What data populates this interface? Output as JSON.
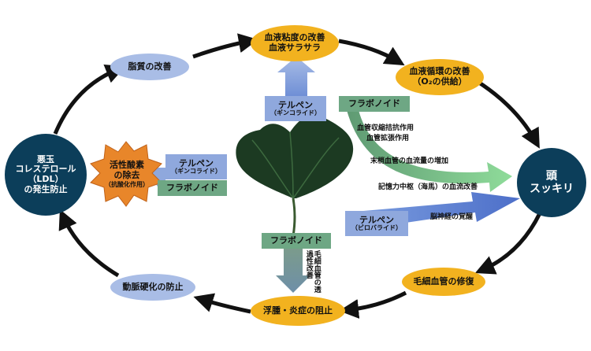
{
  "nodes": {
    "blood_viscosity": "血液粘度の改善\n血液サラサラ",
    "lipid": "脂質の改善",
    "circulation": "血液循環の改善\n（O₂の供給）",
    "head": "頭\nスッキリ",
    "capillary_repair": "毛細血管の修復",
    "edema": "浮腫・炎症の阻止",
    "arteriosclerosis": "動脈硬化の防止",
    "ldl": "悪玉\nコレステロール\n（LDL）\nの発生防止",
    "active_oxygen": "活性酸素\nの除去",
    "active_oxygen_sub": "（抗酸化作用）"
  },
  "labels": {
    "terpene_top": "テルペン",
    "terpene_top_sub": "（ギンコライド）",
    "terpene_left": "テルペン",
    "terpene_left_sub": "（ギンコライド）",
    "flavonoid_left": "フラボノイド",
    "flavonoid_right": "フラボノイド",
    "flavonoid_bottom": "フラボノイド",
    "terpene_bilobalide": "テルペン",
    "terpene_bilobalide_sub": "（ビロバライド）"
  },
  "notes": {
    "vessel_1": "血管収縮拮抗作用",
    "vessel_2": "血管拡張作用",
    "peripheral": "末梢血管の血流量の増加",
    "memory": "記憶力中枢（海馬）の血流改善",
    "nerve": "脳神経の覚醒",
    "capillary_permeability": "毛細血管の透過性改善"
  },
  "colors": {
    "gold": "#f2b21f",
    "light_blue": "#a9bde6",
    "navy": "#0c3e5a",
    "green_label": "#6ea784",
    "blue_label": "#8fa8dd",
    "orange_star": "#e8862a"
  }
}
